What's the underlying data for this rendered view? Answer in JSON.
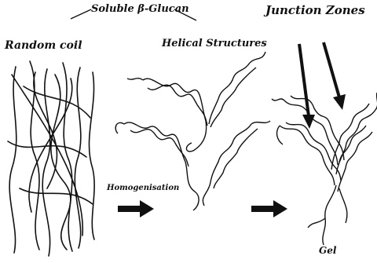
{
  "labels": {
    "soluble": "Soluble β-Glucan",
    "random_coil": "Random coil",
    "helical": "Helical  Structures",
    "junction_zones": "Junction Zones",
    "homogenisation": "Homogenisation",
    "gel": "Gel"
  },
  "colors": {
    "ink": "#111111",
    "background": "#ffffff"
  },
  "icons": [
    "right-arrow-icon",
    "down-arrow-icon"
  ]
}
